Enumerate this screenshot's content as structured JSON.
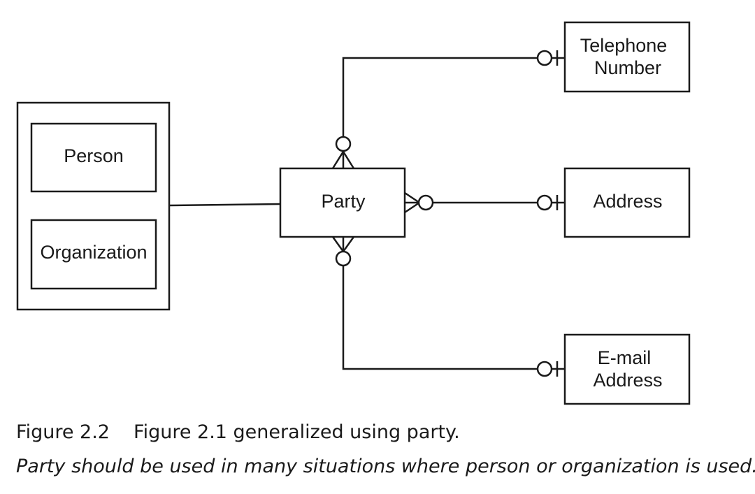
{
  "entities": {
    "supertype_container": "",
    "person": "Person",
    "organization": "Organization",
    "party": "Party",
    "telephone_number": [
      "Telephone",
      "Number"
    ],
    "address": "Address",
    "email_address": [
      "E-mail",
      "Address"
    ]
  },
  "caption": {
    "figure_number": "Figure 2.2",
    "title": "Figure 2.1 generalized using party.",
    "note": "Party should be used in many situations where person or organization is used."
  }
}
